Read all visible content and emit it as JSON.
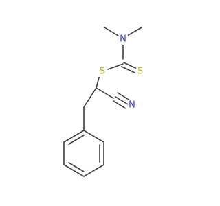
{
  "molecule": {
    "atoms": [
      {
        "symbol": "N",
        "color": "#2f2fe0"
      },
      {
        "symbol": "S",
        "color": "#b8a800"
      },
      {
        "symbol": "S",
        "color": "#b8a800"
      },
      {
        "symbol": "N",
        "color": "#2f2fe0"
      }
    ]
  }
}
